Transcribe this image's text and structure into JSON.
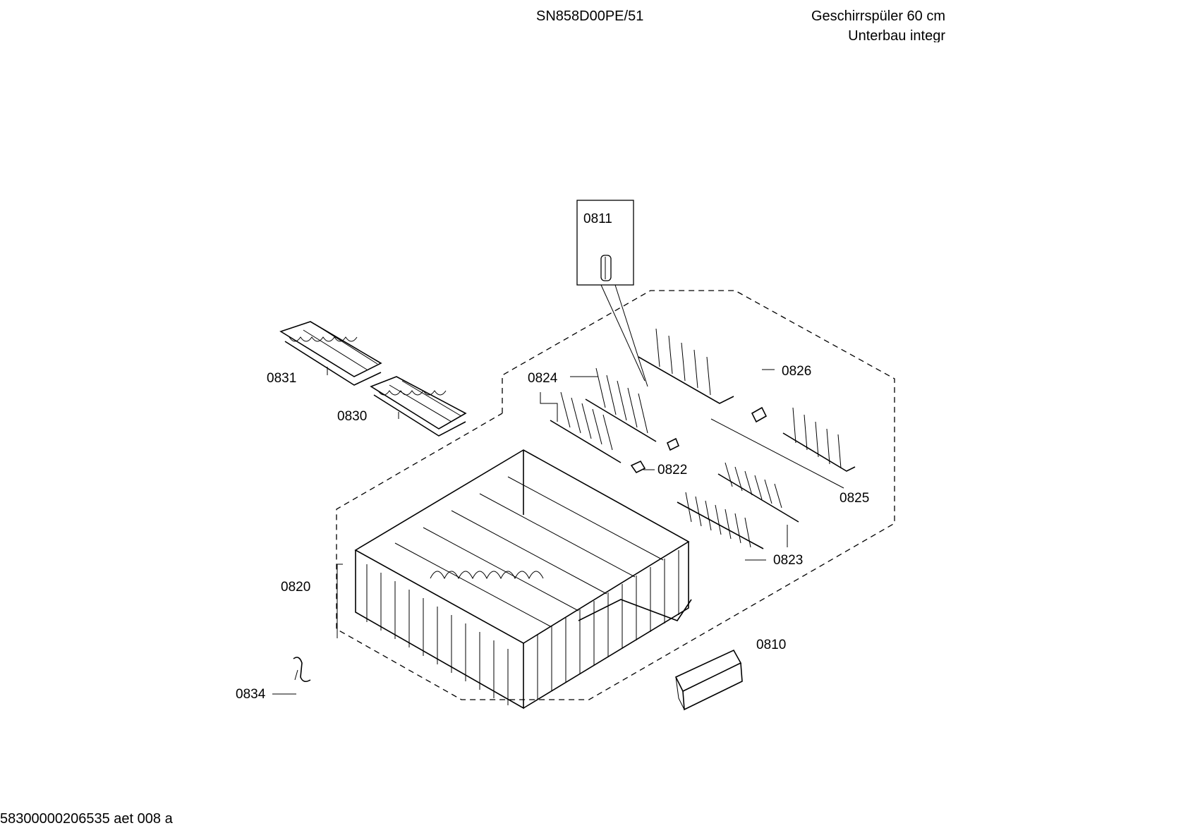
{
  "header": {
    "model": "SN858D00PE/51",
    "description_line1": "Geschirrspüler 60 cm",
    "description_line2": "Unterbau integr"
  },
  "footer": {
    "document_id": "58300000206535 aet 008 a"
  },
  "parts": {
    "p0811": "0811",
    "p0831": "0831",
    "p0830": "0830",
    "p0824": "0824",
    "p0826": "0826",
    "p0822": "0822",
    "p0825": "0825",
    "p0823": "0823",
    "p0820": "0820",
    "p0810": "0810",
    "p0834": "0834"
  },
  "icons": {
    "upper_basket": "wire-basket-drawing",
    "cutlery_rack": "cutlery-rack-drawing",
    "tine_row": "folding-tine-row-drawing",
    "clip": "clip-drawing",
    "plug": "plug-drawing",
    "handle": "handle-drawing",
    "hook": "hook-drawing"
  }
}
